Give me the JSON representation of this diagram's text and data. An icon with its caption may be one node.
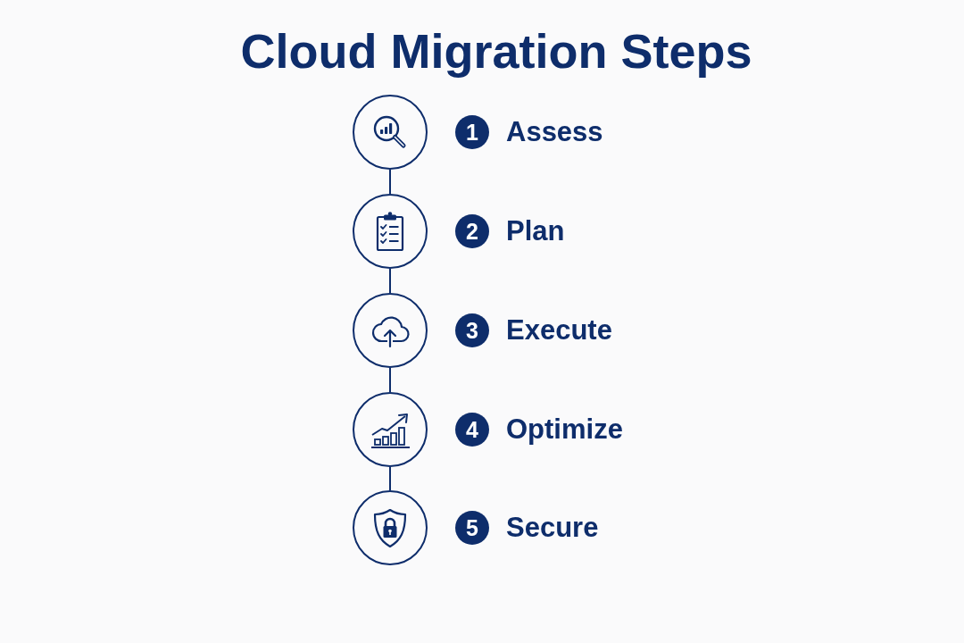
{
  "diagram": {
    "title": "Cloud Migration Steps",
    "nodes": [
      {
        "text": [],
        "shape": "circle"
      },
      {
        "text": [
          "1"
        ],
        "beside": [
          "Assess"
        ]
      },
      {
        "text": [],
        "shape": "circle"
      },
      {
        "text": [
          "2"
        ],
        "beside": [
          "Plan"
        ]
      },
      {
        "text": [],
        "shape": "circle"
      },
      {
        "text": [
          "3"
        ],
        "beside": [
          "Execute"
        ]
      },
      {
        "text": [],
        "shape": "circle"
      },
      {
        "text": [
          "4"
        ],
        "beside": [
          "Optimize"
        ]
      },
      {
        "text": [],
        "shape": "circle"
      },
      {
        "text": [
          "5"
        ],
        "beside": [
          "Secure"
        ]
      }
    ],
    "edges": [
      {
        "from": 0,
        "to": 2,
        "arrow": "none"
      },
      {
        "from": 2,
        "to": 4,
        "arrow": "none"
      },
      {
        "from": 4,
        "to": 6,
        "arrow": "none"
      },
      {
        "from": 6,
        "to": 8,
        "arrow": "none"
      }
    ]
  }
}
